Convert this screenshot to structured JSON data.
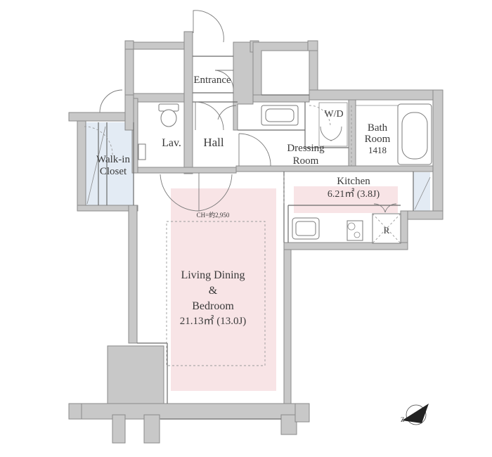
{
  "rooms": {
    "entrance": "Entrance",
    "lav": "Lav.",
    "hall": "Hall",
    "wd": "W/D",
    "bath_line1": "Bath",
    "bath_line2": "Room",
    "bath_size": "1418",
    "dressing_line1": "Dressing",
    "dressing_line2": "Room",
    "walkin_line1": "Walk-in",
    "walkin_line2": "Closet",
    "kitchen": "Kitchen",
    "kitchen_area": "6.21㎡ (3.8J)",
    "ceiling_height": "CH=約2,950",
    "ldb_line1": "Living Dining",
    "ldb_line2": "&",
    "ldb_line3": "Bedroom",
    "ldb_area": "21.13㎡ (13.0J)",
    "fridge": "R"
  },
  "colors": {
    "wall": "#c8c8c8",
    "living_fill": "#f8e4e6",
    "closet_fill": "#e3ebf4",
    "kitchen_fill": "#f8e4e6"
  },
  "icons": {
    "compass": "north-arrow-icon"
  }
}
